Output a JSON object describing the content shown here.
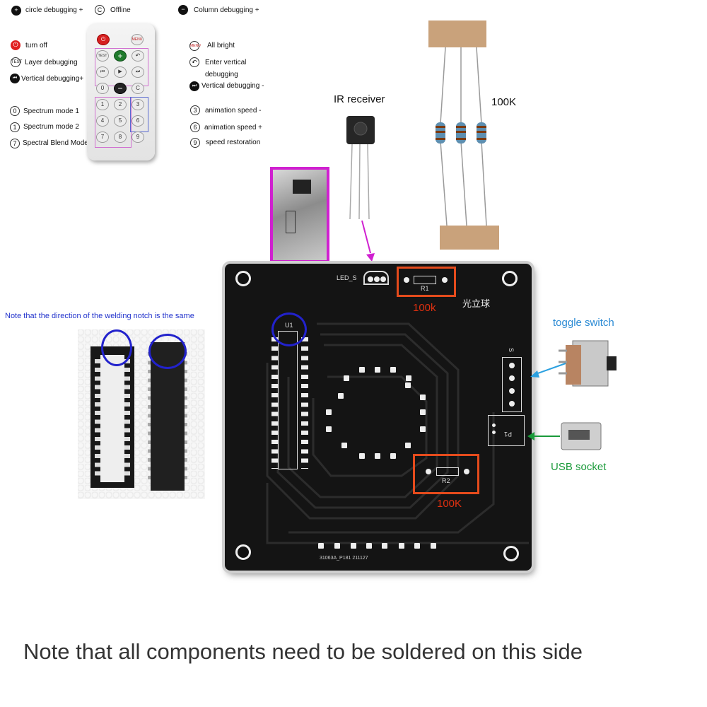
{
  "remote_legend": {
    "circle_debugging": "circle debugging +",
    "offline": "Offline",
    "column_debugging": "Column debugging +",
    "turn_off": "turn  off",
    "all_bright": "All bright",
    "layer_debugging": "Layer debugging",
    "enter_vertical": "Enter vertical",
    "debugging": "debugging",
    "vertical_debugging_plus": "Vertical debugging+",
    "vertical_debugging_minus": "Vertical debugging -",
    "spectrum_mode_1": "Spectrum mode 1",
    "spectrum_mode_2": "Spectrum mode 2",
    "spectral_blend_mode": "Spectral Blend Mode",
    "animation_speed_minus": "animation speed -",
    "animation_speed_plus": "animation speed +",
    "speed_restoration": "speed restoration",
    "icon_offline": "C",
    "icon_test": "TEST",
    "icon_menu": "MENU",
    "icon_0": "0",
    "icon_1": "1",
    "icon_7": "7",
    "icon_3": "3",
    "icon_6": "6",
    "icon_9": "9"
  },
  "remote_keys": {
    "test": "TEST",
    "plus": "+",
    "back": "↶",
    "rew": "⏮",
    "play": "▶",
    "ff": "⏭",
    "k0": "0",
    "minus": "−",
    "c": "C",
    "k1": "1",
    "k2": "2",
    "k3": "3",
    "k4": "4",
    "k5": "5",
    "k6": "6",
    "k7": "7",
    "k8": "8",
    "k9": "9",
    "menu": "MENU"
  },
  "labels": {
    "ir_receiver": "IR receiver",
    "resistor_100k_top": "100K",
    "toggle_switch": "toggle switch",
    "usb_socket": "USB socket",
    "notch_note": "Note that the direction of the welding notch is the same",
    "r1_value": "100k",
    "r2_value": "100K",
    "bottom_note": "Note that all components need to be soldered on this side"
  },
  "pcb": {
    "led_s": "LED_S",
    "r1": "R1",
    "r2": "R2",
    "u1": "U1",
    "title_cn": "光立球",
    "s": "S",
    "p1": "P1",
    "code": "31063A_P181  211127"
  },
  "colors": {
    "ir_label": "#c020c0",
    "resistor_label": "#e03010",
    "switch_label": "#2a8ad4",
    "usb_label": "#1a9a3a",
    "notch_label": "#2233cc",
    "highlight_red": "#e54b1c",
    "highlight_blue": "#2222cc",
    "highlight_magenta": "#d020d0"
  }
}
